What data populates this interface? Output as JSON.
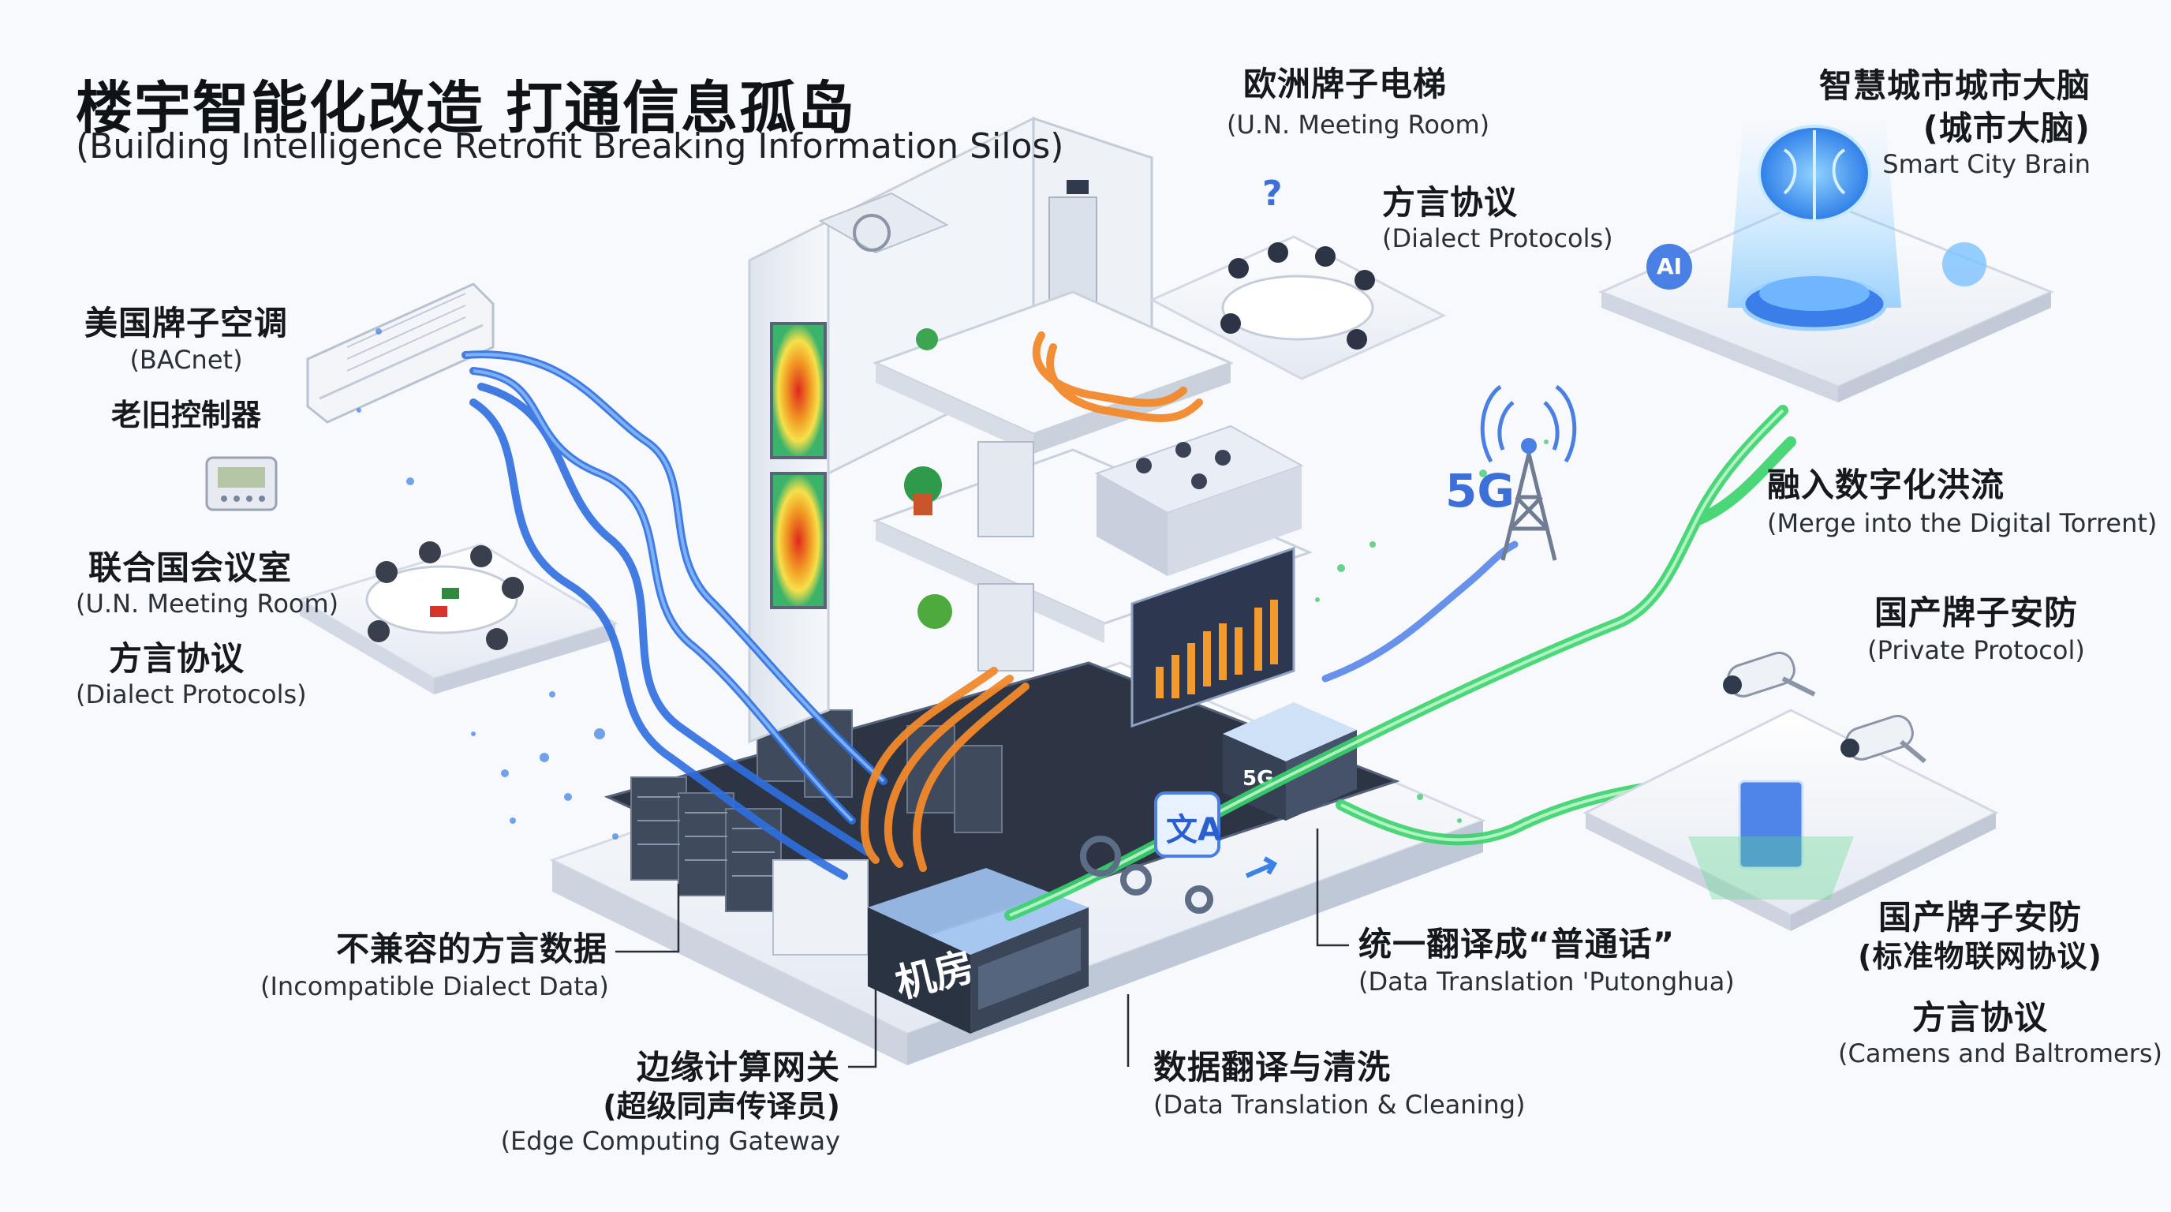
{
  "title": {
    "zh": "楼宇智能化改造 打通信息孤岛",
    "en": "(Building Intelligence Retrofit Breaking Information Silos)"
  },
  "left": {
    "ac_zh": "美国牌子空调",
    "ac_en": "(BACnet)",
    "controller_zh": "老旧控制器",
    "un_room_zh": "联合国会议室",
    "un_room_en": "(U.N. Meeting Room)",
    "dialect_zh": "方言协议",
    "dialect_en": "(Dialect Protocols)"
  },
  "top": {
    "elevator_zh": "欧洲牌子电梯",
    "elevator_en": "(U.N. Meeting Room)",
    "dialect_zh": "方言协议",
    "dialect_en": "(Dialect Protocols)",
    "brain_zh": "智慧城市城市大脑",
    "brain_zh2": "(城市大脑)",
    "brain_en": "Smart City Brain"
  },
  "right": {
    "merge_zh": "融入数字化洪流",
    "merge_en": "(Merge into the Digital Torrent)",
    "security1_zh": "国产牌子安防",
    "security1_en": "(Private Protocol)",
    "security2_zh": "国产牌子安防",
    "security2_zh2": "(标准物联网协议)",
    "security2_dialect": "方言协议",
    "security2_en": "(Camens and Baltromers)"
  },
  "bottom": {
    "incompat_zh": "不兼容的方言数据",
    "incompat_en": "(Incompatible Dialect Data)",
    "gateway_zh": "边缘计算网关",
    "gateway_zh2": "(超级同声传译员)",
    "gateway_en": "(Edge Computing Gateway",
    "translate_zh": "数据翻译与清洗",
    "translate_en": "(Data Translation & Cleaning)",
    "unify_zh": "统一翻译成“普通话”",
    "unify_en": "(Data Translation 'Putonghua)"
  },
  "tags": {
    "fiveg": "5G",
    "room": "机房",
    "ai": "AI"
  },
  "colors": {
    "blue_flow": "#2f6fe0",
    "orange_flow": "#f2892b",
    "green_flow": "#39d36a",
    "platform": "#e8ecf4",
    "dark_room": "#2a3342"
  }
}
